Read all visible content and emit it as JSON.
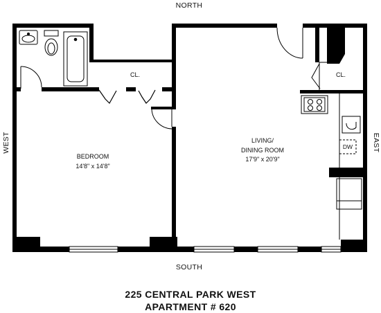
{
  "compass": {
    "north": "NORTH",
    "south": "SOUTH",
    "east": "EAST",
    "west": "WEST"
  },
  "rooms": {
    "bedroom": {
      "name": "BEDROOM",
      "size": "14'8\" x 14'8\""
    },
    "living": {
      "name_line1": "LIVING/",
      "name_line2": "DINING ROOM",
      "size": "17'9\" x 20'9\""
    },
    "closet_bedroom": {
      "name": "CL."
    },
    "closet_entry": {
      "name": "CL."
    }
  },
  "appliances": {
    "dishwasher": "DW"
  },
  "title": {
    "line1": "225 CENTRAL PARK WEST",
    "line2": "APARTMENT # 620"
  }
}
